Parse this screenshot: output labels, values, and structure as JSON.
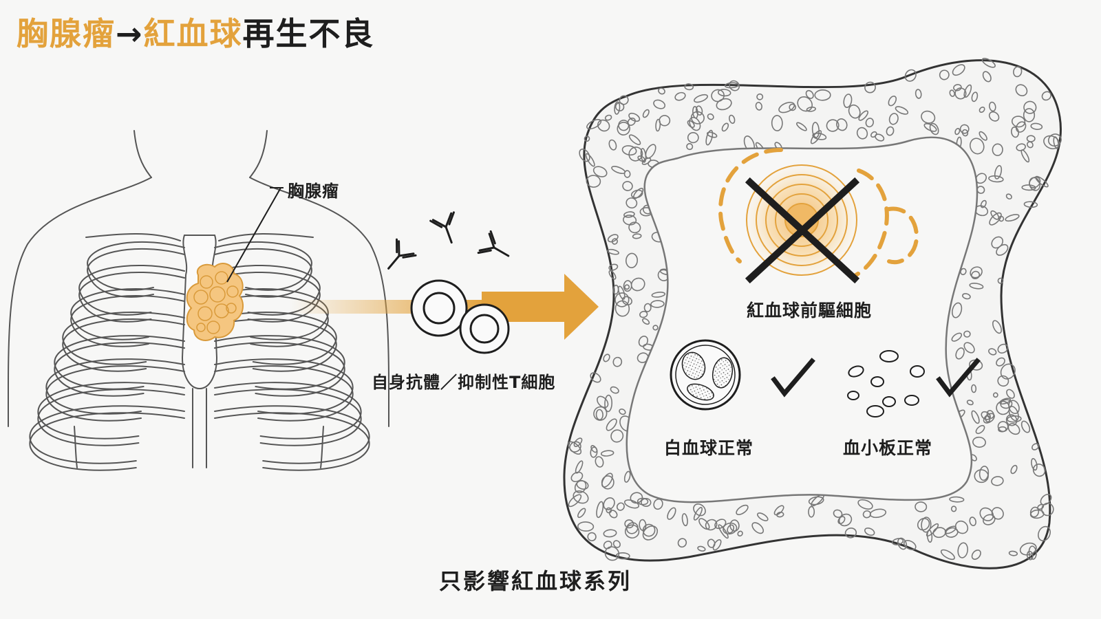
{
  "title": {
    "part1": "胸腺瘤",
    "arrow": "→",
    "part2": "紅血球",
    "part3": "再生不良"
  },
  "labels": {
    "thymoma": "胸腺瘤",
    "antibody": "自身抗體／抑制性T細胞",
    "rbc_precursor": "紅血球前驅細胞",
    "wbc_normal": "白血球正常",
    "platelet_normal": "血小板正常",
    "caption": "只影響紅血球系列"
  },
  "colors": {
    "accent": "#e3a23c",
    "ink": "#1e1e1e",
    "line": "#555555",
    "background": "#f7f7f6"
  }
}
